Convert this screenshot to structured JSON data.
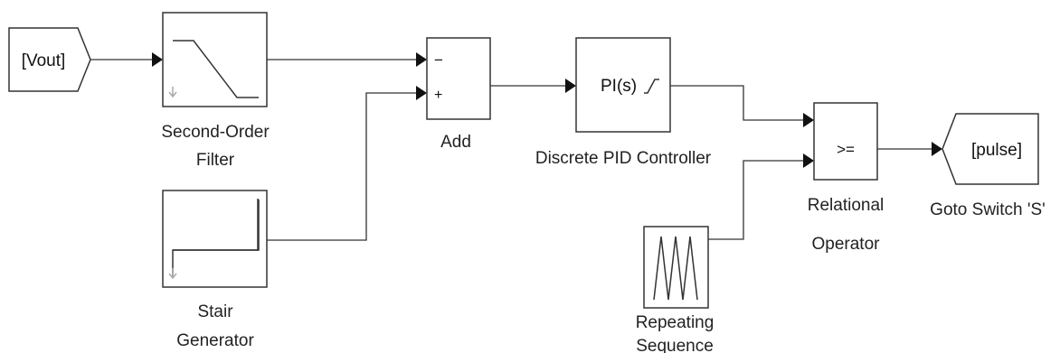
{
  "blocks": {
    "from_vout": {
      "label": "[Vout]"
    },
    "second_order_filter": {
      "label_line1": "Second-Order",
      "label_line2": "Filter"
    },
    "stair_generator": {
      "label_line1": "Stair",
      "label_line2": "Generator"
    },
    "add": {
      "label": "Add",
      "port_minus": "−",
      "port_plus": "+"
    },
    "pid": {
      "label": "Discrete PID Controller",
      "text": "PI(s)"
    },
    "relational_operator": {
      "label_line1": "Relational",
      "label_line2": "Operator",
      "text": ">="
    },
    "repeating_sequence": {
      "label_line1": "Repeating",
      "label_line2": "Sequence"
    },
    "goto_pulse": {
      "label": "Goto Switch 'S'",
      "text": "[pulse]"
    }
  },
  "colors": {
    "stroke": "#333333",
    "arrow": "#111111",
    "background": "#ffffff"
  }
}
